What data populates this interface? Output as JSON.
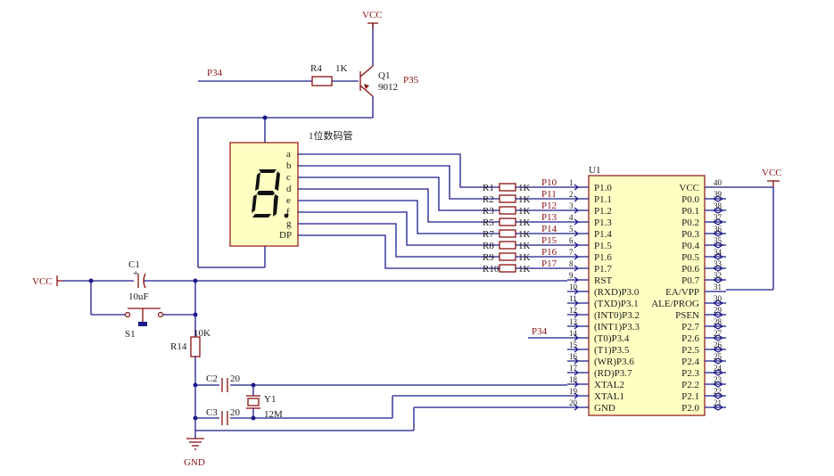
{
  "nets": {
    "vcc": "VCC",
    "gnd": "GND",
    "p34": "P34",
    "p35": "P35"
  },
  "transistor": {
    "ref": "Q1",
    "part": "9012"
  },
  "r4": {
    "ref": "R4",
    "value": "1K"
  },
  "display": {
    "title": "1位数码管",
    "digit": "8",
    "segments": [
      "a",
      "b",
      "c",
      "d",
      "e",
      "f",
      "g",
      "DP"
    ]
  },
  "resistors": [
    {
      "ref": "R1",
      "value": "1K",
      "net": "P10"
    },
    {
      "ref": "R2",
      "value": "1K",
      "net": "P11"
    },
    {
      "ref": "R3",
      "value": "1K",
      "net": "P12"
    },
    {
      "ref": "R5",
      "value": "1K",
      "net": "P13"
    },
    {
      "ref": "R7",
      "value": "1K",
      "net": "P14"
    },
    {
      "ref": "R8",
      "value": "1K",
      "net": "P15"
    },
    {
      "ref": "R9",
      "value": "1K",
      "net": "P16"
    },
    {
      "ref": "R10",
      "value": "1K",
      "net": "P17"
    }
  ],
  "c1": {
    "ref": "C1",
    "value": "10uF"
  },
  "s1": {
    "ref": "S1"
  },
  "r14": {
    "ref": "R14",
    "value": "10K"
  },
  "c2": {
    "ref": "C2",
    "value": "20"
  },
  "c3": {
    "ref": "C3",
    "value": "20"
  },
  "y1": {
    "ref": "Y1",
    "value": "12M"
  },
  "mcu": {
    "ref": "U1",
    "left_pins": [
      {
        "num": "1",
        "name": "P1.0"
      },
      {
        "num": "2",
        "name": "P1.1"
      },
      {
        "num": "3",
        "name": "P1.2"
      },
      {
        "num": "4",
        "name": "P1.3"
      },
      {
        "num": "5",
        "name": "P1.4"
      },
      {
        "num": "6",
        "name": "P1.5"
      },
      {
        "num": "7",
        "name": "P1.6"
      },
      {
        "num": "8",
        "name": "P1.7"
      },
      {
        "num": "9",
        "name": "RST"
      },
      {
        "num": "10",
        "name": "(RXD)P3.0"
      },
      {
        "num": "11",
        "name": "(TXD)P3.1"
      },
      {
        "num": "12",
        "name": "(INT0)P3.2"
      },
      {
        "num": "13",
        "name": "(INT1)P3.3"
      },
      {
        "num": "14",
        "name": "(T0)P3.4"
      },
      {
        "num": "15",
        "name": "(T1)P3.5"
      },
      {
        "num": "16",
        "name": "(WR)P3.6"
      },
      {
        "num": "17",
        "name": "(RD)P3.7"
      },
      {
        "num": "18",
        "name": "XTAL2"
      },
      {
        "num": "19",
        "name": "XTAL1"
      },
      {
        "num": "20",
        "name": "GND"
      }
    ],
    "right_pins": [
      {
        "num": "40",
        "name": "VCC"
      },
      {
        "num": "39",
        "name": "P0.0"
      },
      {
        "num": "38",
        "name": "P0.1"
      },
      {
        "num": "37",
        "name": "P0.2"
      },
      {
        "num": "36",
        "name": "P0.3"
      },
      {
        "num": "35",
        "name": "P0.4"
      },
      {
        "num": "34",
        "name": "P0.5"
      },
      {
        "num": "33",
        "name": "P0.6"
      },
      {
        "num": "32",
        "name": "P0.7"
      },
      {
        "num": "31",
        "name": "EA/VPP"
      },
      {
        "num": "30",
        "name": "ALE/PROG"
      },
      {
        "num": "29",
        "name": "PSEN"
      },
      {
        "num": "28",
        "name": "P2.7"
      },
      {
        "num": "27",
        "name": "P2.6"
      },
      {
        "num": "26",
        "name": "P2.5"
      },
      {
        "num": "25",
        "name": "P2.4"
      },
      {
        "num": "24",
        "name": "P2.3"
      },
      {
        "num": "23",
        "name": "P2.2"
      },
      {
        "num": "22",
        "name": "P2.1"
      },
      {
        "num": "21",
        "name": "P2.0"
      }
    ]
  }
}
